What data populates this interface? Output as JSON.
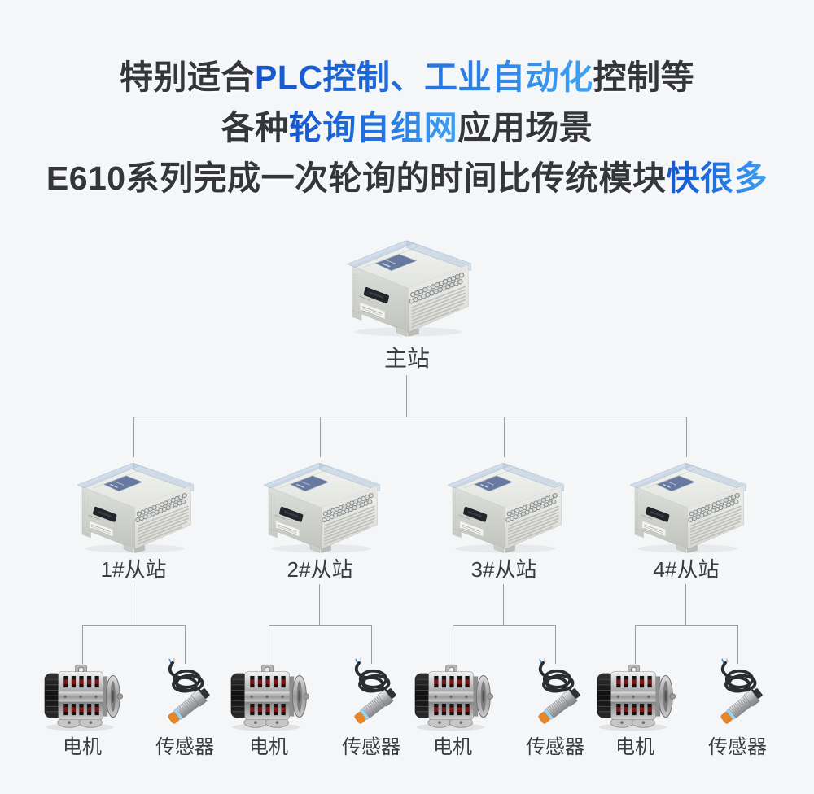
{
  "background": "#f5f6f8",
  "colors": {
    "text_dark": "#34363b",
    "highlight_gradient_start": "#1557cb",
    "highlight_gradient_end": "#3fa2f2",
    "connector_line": "#9b9da0"
  },
  "title": {
    "line1": {
      "pre": "特别适合",
      "highlight": "PLC控制、工业自动化",
      "post": "控制等"
    },
    "line2": {
      "pre": "各种",
      "highlight": "轮询自组网",
      "post": "应用场景"
    },
    "line3": {
      "pre": "E610系列完成一次轮询的时间比传统模块",
      "highlight": "快很多",
      "post": ""
    }
  },
  "master": {
    "label": "主站",
    "icon": "plc-device-icon"
  },
  "slaves": [
    {
      "label": "1#从站",
      "devices": [
        {
          "label": "电机",
          "icon": "motor-icon"
        },
        {
          "label": "传感器",
          "icon": "sensor-icon"
        }
      ]
    },
    {
      "label": "2#从站",
      "devices": [
        {
          "label": "电机",
          "icon": "motor-icon"
        },
        {
          "label": "传感器",
          "icon": "sensor-icon"
        }
      ]
    },
    {
      "label": "3#从站",
      "devices": [
        {
          "label": "电机",
          "icon": "motor-icon"
        },
        {
          "label": "传感器",
          "icon": "sensor-icon"
        }
      ]
    },
    {
      "label": "4#从站",
      "devices": [
        {
          "label": "电机",
          "icon": "motor-icon"
        },
        {
          "label": "传感器",
          "icon": "sensor-icon"
        }
      ]
    }
  ]
}
